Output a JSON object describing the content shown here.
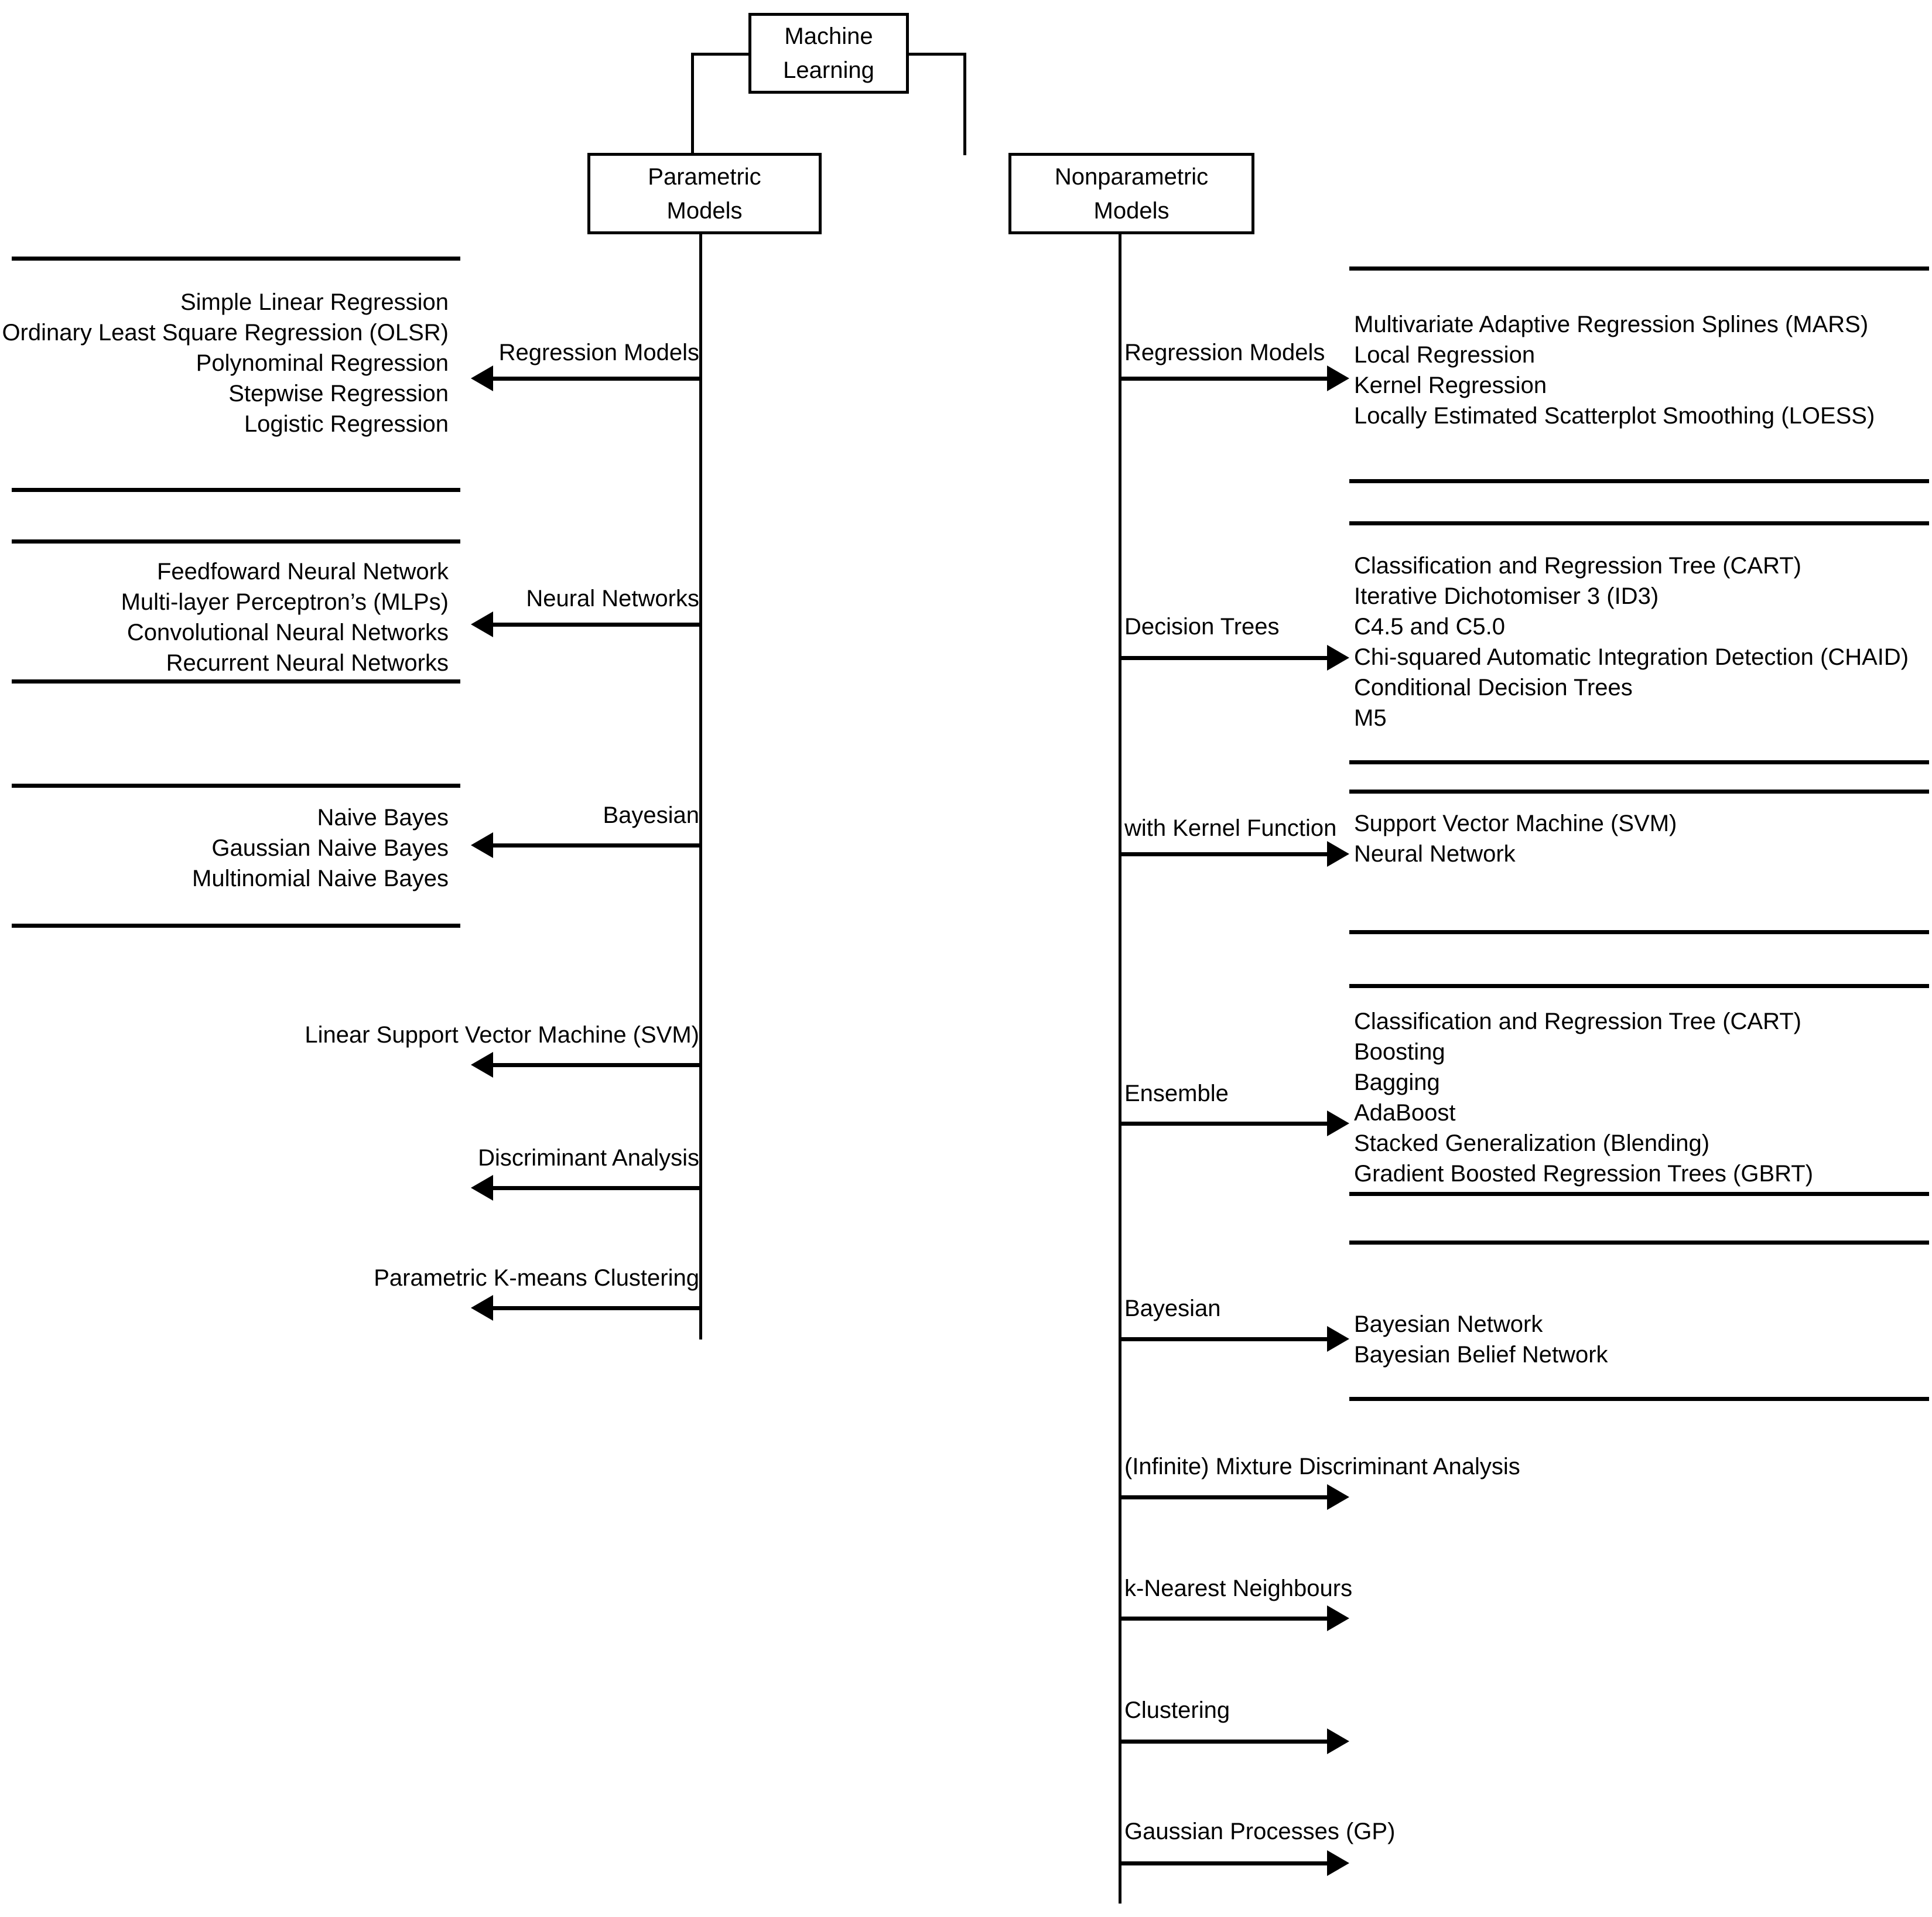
{
  "diagram": {
    "title": "Machine Learning taxonomy",
    "root": {
      "label": "Machine Learning"
    },
    "branches": [
      {
        "id": "parametric",
        "label": "Parametric\nModels"
      },
      {
        "id": "nonparametric",
        "label": "Nonparametric\nModels"
      }
    ]
  },
  "parametric": {
    "groups": [
      {
        "edge_label": "Regression Models",
        "items": [
          "Simple Linear Regression",
          "Ordinary Least Square Regression (OLSR)",
          "Polynominal Regression",
          "Stepwise Regression",
          "Logistic Regression"
        ]
      },
      {
        "edge_label": "Neural Networks",
        "items": [
          "Feedfoward Neural Network",
          "Multi-layer Perceptron’s (MLPs)",
          "Convolutional Neural Networks",
          "Recurrent Neural Networks"
        ]
      },
      {
        "edge_label": "Bayesian",
        "items": [
          "Naive Bayes",
          "Gaussian Naive Bayes",
          "Multinomial Naive Bayes"
        ]
      }
    ],
    "singles": [
      "Linear Support Vector Machine (SVM)",
      "Discriminant Analysis",
      "Parametric K-means Clustering"
    ]
  },
  "nonparametric": {
    "groups": [
      {
        "edge_label": "Regression Models",
        "items": [
          "Multivariate Adaptive Regression Splines (MARS)",
          "Local Regression",
          "Kernel Regression",
          "Locally Estimated Scatterplot Smoothing (LOESS)"
        ]
      },
      {
        "edge_label": "Decision Trees",
        "items": [
          "Classification and Regression Tree (CART)",
          "Iterative Dichotomiser 3 (ID3)",
          "C4.5 and C5.0",
          "Chi-squared Automatic Integration Detection (CHAID)",
          "Conditional Decision Trees",
          "M5"
        ]
      },
      {
        "edge_label": "with Kernel Function",
        "items": [
          "Support Vector Machine (SVM)",
          "Neural Network"
        ]
      },
      {
        "edge_label": "Ensemble",
        "items": [
          "Classification and Regression Tree (CART)",
          "Boosting",
          "Bagging",
          "AdaBoost",
          "Stacked Generalization (Blending)",
          "Gradient Boosted Regression Trees (GBRT)"
        ]
      },
      {
        "edge_label": "Bayesian",
        "items": [
          "Bayesian Network",
          "Bayesian Belief Network"
        ]
      }
    ],
    "singles": [
      "(Infinite) Mixture Discriminant Analysis",
      "k-Nearest Neighbours",
      "Clustering",
      "Gaussian Processes (GP)"
    ]
  },
  "colors": {
    "stroke": "#000000",
    "background": "#ffffff"
  }
}
